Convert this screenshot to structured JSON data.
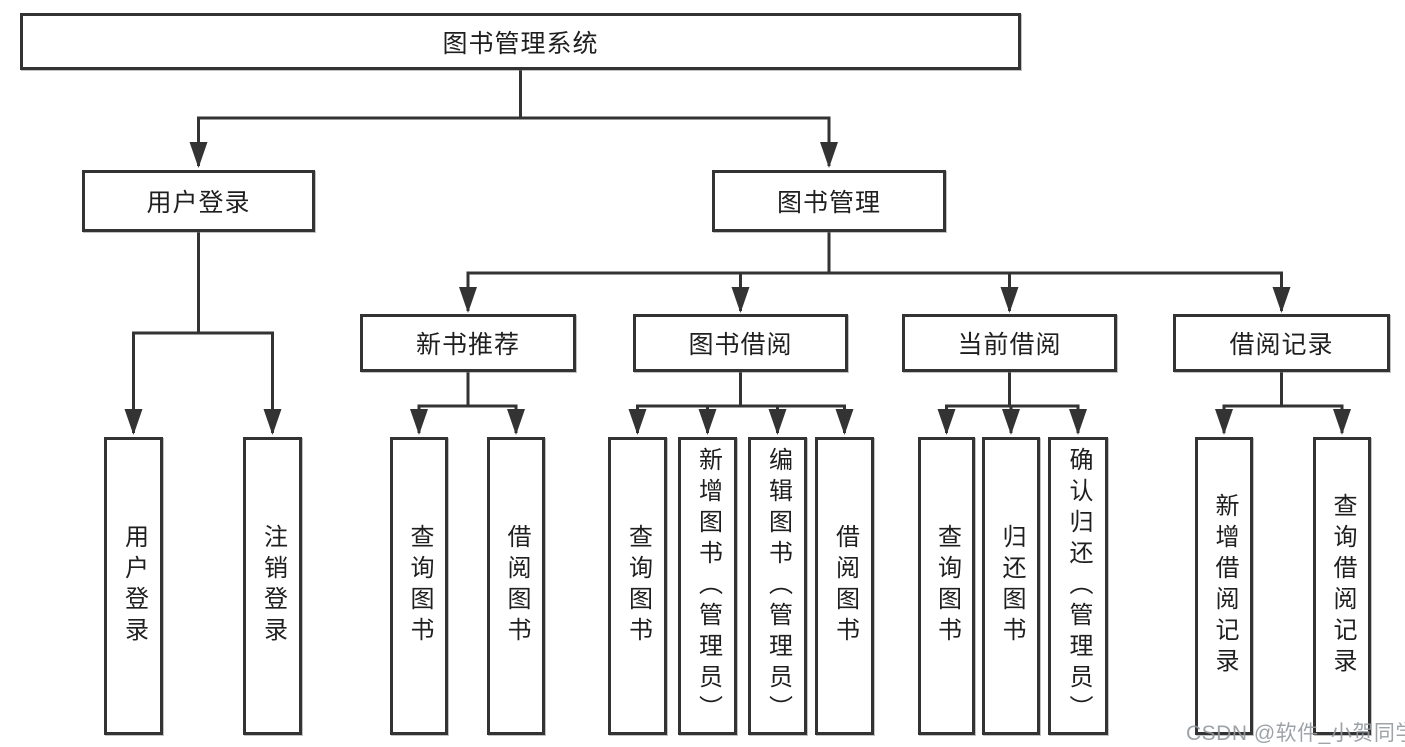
{
  "colors": {
    "line": "#333333",
    "box_border": "#333333",
    "text": "#1f1f1f",
    "watermark": "#94999e",
    "background": "#ffffff"
  },
  "diagram": {
    "root": {
      "label": "图书管理系统"
    },
    "branches": [
      {
        "label": "用户登录",
        "leaves": [
          {
            "label": "用户登录"
          },
          {
            "label": "注销登录"
          }
        ]
      },
      {
        "label": "图书管理",
        "groups": [
          {
            "label": "新书推荐",
            "leaves": [
              {
                "label": "查询图书"
              },
              {
                "label": "借阅图书"
              }
            ]
          },
          {
            "label": "图书借阅",
            "leaves": [
              {
                "label": "查询图书"
              },
              {
                "label": "新增图书（管理员）"
              },
              {
                "label": "编辑图书（管理员）"
              },
              {
                "label": "借阅图书"
              }
            ]
          },
          {
            "label": "当前借阅",
            "leaves": [
              {
                "label": "查询图书"
              },
              {
                "label": "归还图书"
              },
              {
                "label": "确认归还（管理员）"
              }
            ]
          },
          {
            "label": "借阅记录",
            "leaves": [
              {
                "label": "新增借阅记录"
              },
              {
                "label": "查询借阅记录"
              }
            ]
          }
        ]
      }
    ]
  },
  "watermark": {
    "text": "CSDN @软件_小贺同学"
  }
}
